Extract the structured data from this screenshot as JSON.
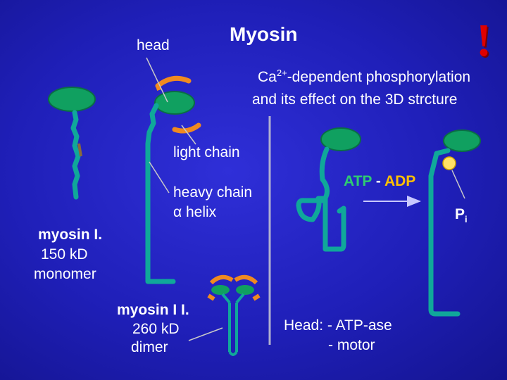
{
  "title": "Myosin",
  "head_label": "head",
  "subtitle": {
    "line1_prefix": "Ca",
    "line1_sup": "2+",
    "line1_suffix": "-dependent phosphorylation",
    "line2": "and its effect on the 3D strcture"
  },
  "labels": {
    "light_chain": "light chain",
    "heavy_chain": "heavy chain",
    "alpha_helix": "α helix"
  },
  "myosin_1": {
    "name": "myosin  I.",
    "mass": "150 kD",
    "form": "monomer"
  },
  "myosin_2": {
    "name": "myosin  I I.",
    "mass": "260 kD",
    "form": "dimer"
  },
  "reaction": {
    "atp": "ATP",
    "dash": " - ",
    "adp": "ADP",
    "pi_base": "P",
    "pi_sub": "i"
  },
  "head_function": {
    "line1": "Head: - ATP-ase",
    "line2": "- motor"
  },
  "exclamation": "!",
  "colors": {
    "background": "#2020c0",
    "head_fill": "#10a060",
    "chain_stroke": "#10a89a",
    "light_chain_orange": "#f08a20",
    "atp_color": "#2ecc71",
    "adp_color": "#ffc000",
    "phosphate_fill": "#ffe066",
    "divider": "#b0b0d0",
    "arrow": "#c8c8ff",
    "exclamation": "#e00000"
  }
}
